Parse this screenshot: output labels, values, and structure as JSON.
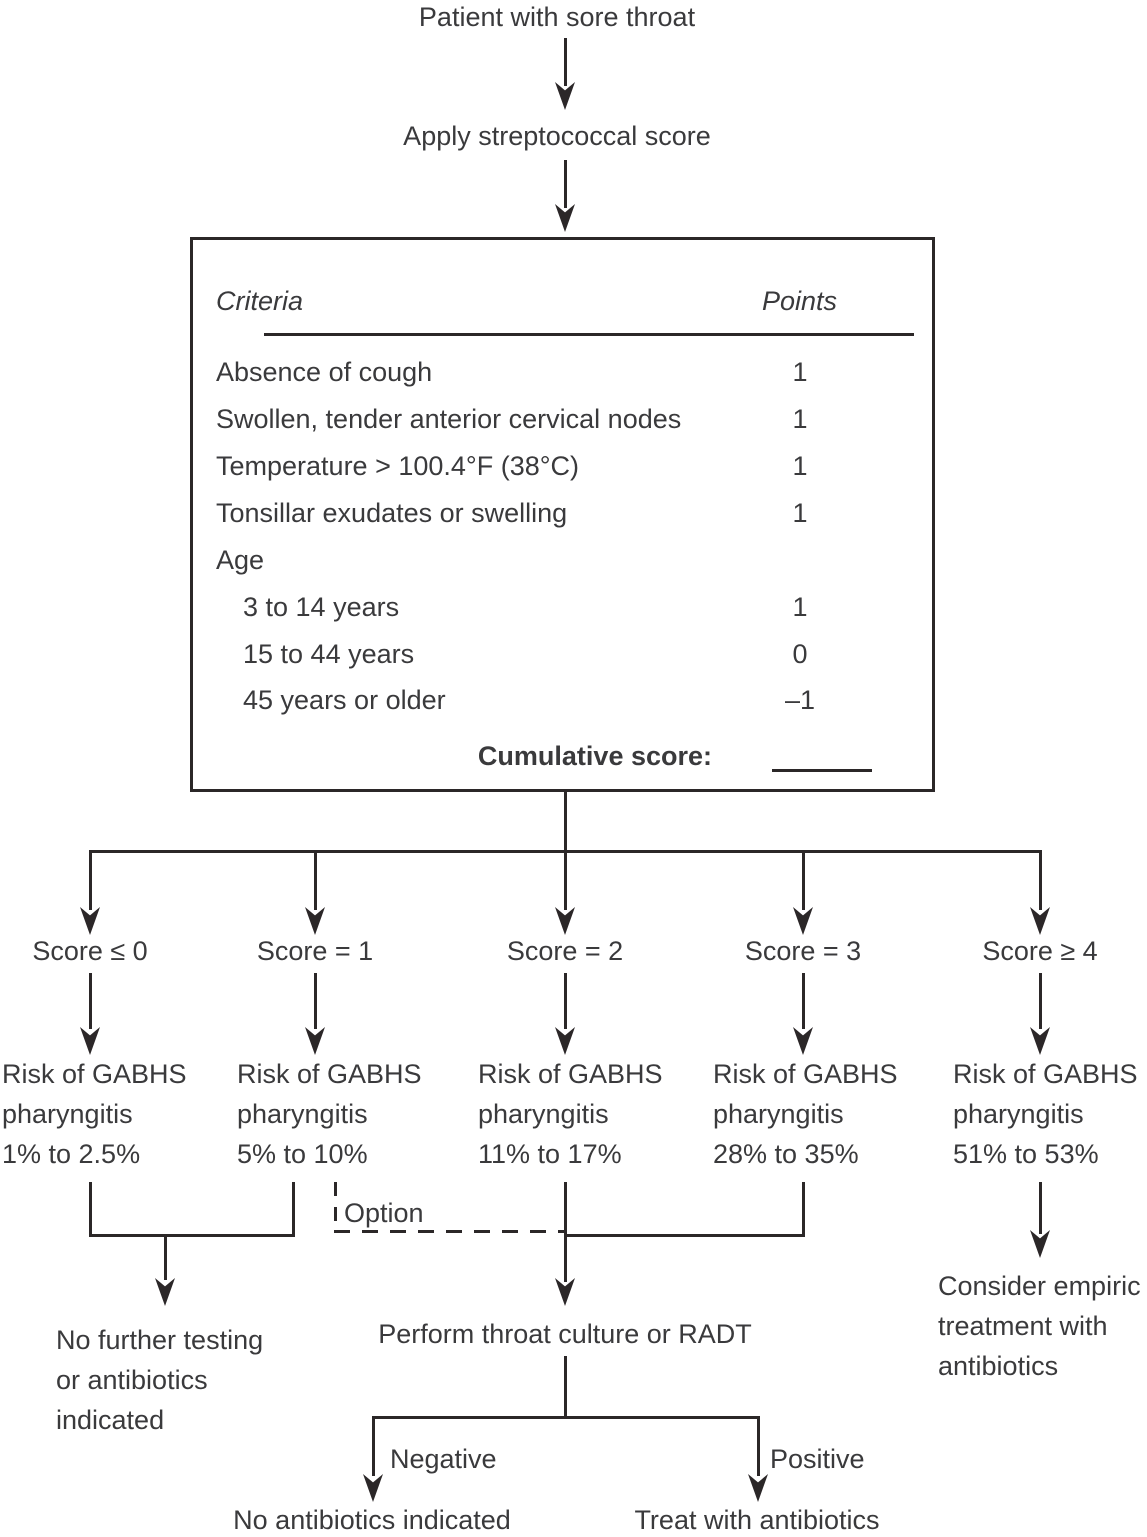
{
  "colors": {
    "text": "#3a3a3c",
    "line": "#2b2728",
    "background": "#ffffff"
  },
  "flow": {
    "start": "Patient with sore throat",
    "apply": "Apply streptococcal score"
  },
  "score_table": {
    "header": {
      "criteria": "Criteria",
      "points": "Points"
    },
    "rows": [
      {
        "label": "Absence of cough",
        "points": "1"
      },
      {
        "label": "Swollen, tender anterior cervical nodes",
        "points": "1"
      },
      {
        "label": "Temperature > 100.4°F (38°C)",
        "points": "1"
      },
      {
        "label": "Tonsillar exudates or swelling",
        "points": "1"
      },
      {
        "label": "Age",
        "points": ""
      },
      {
        "label": "3 to 14 years",
        "points": "1"
      },
      {
        "label": "15 to 44 years",
        "points": "0"
      },
      {
        "label": "45 years or older",
        "points": "–1"
      }
    ],
    "cumulative_label": "Cumulative score:"
  },
  "branches": [
    {
      "score": "Score ≤ 0",
      "risk": "Risk of GABHS\npharyngitis\n1% to 2.5%"
    },
    {
      "score": "Score = 1",
      "risk": "Risk of GABHS\npharyngitis\n5% to 10%"
    },
    {
      "score": "Score = 2",
      "risk": "Risk of GABHS\npharyngitis\n11% to 17%"
    },
    {
      "score": "Score = 3",
      "risk": "Risk of GABHS\npharyngitis\n28% to 35%"
    },
    {
      "score": "Score ≥ 4",
      "risk": "Risk of GABHS\npharyngitis\n51% to 53%"
    }
  ],
  "option_label": "Option",
  "outcomes": {
    "no_testing": "No further testing\nor antibiotics\nindicated",
    "perform_test": "Perform throat culture or RADT",
    "empiric": "Consider empiric\ntreatment with\nantibiotics",
    "negative_label": "Negative",
    "positive_label": "Positive",
    "negative_outcome": "No antibiotics indicated",
    "positive_outcome": "Treat with antibiotics"
  }
}
